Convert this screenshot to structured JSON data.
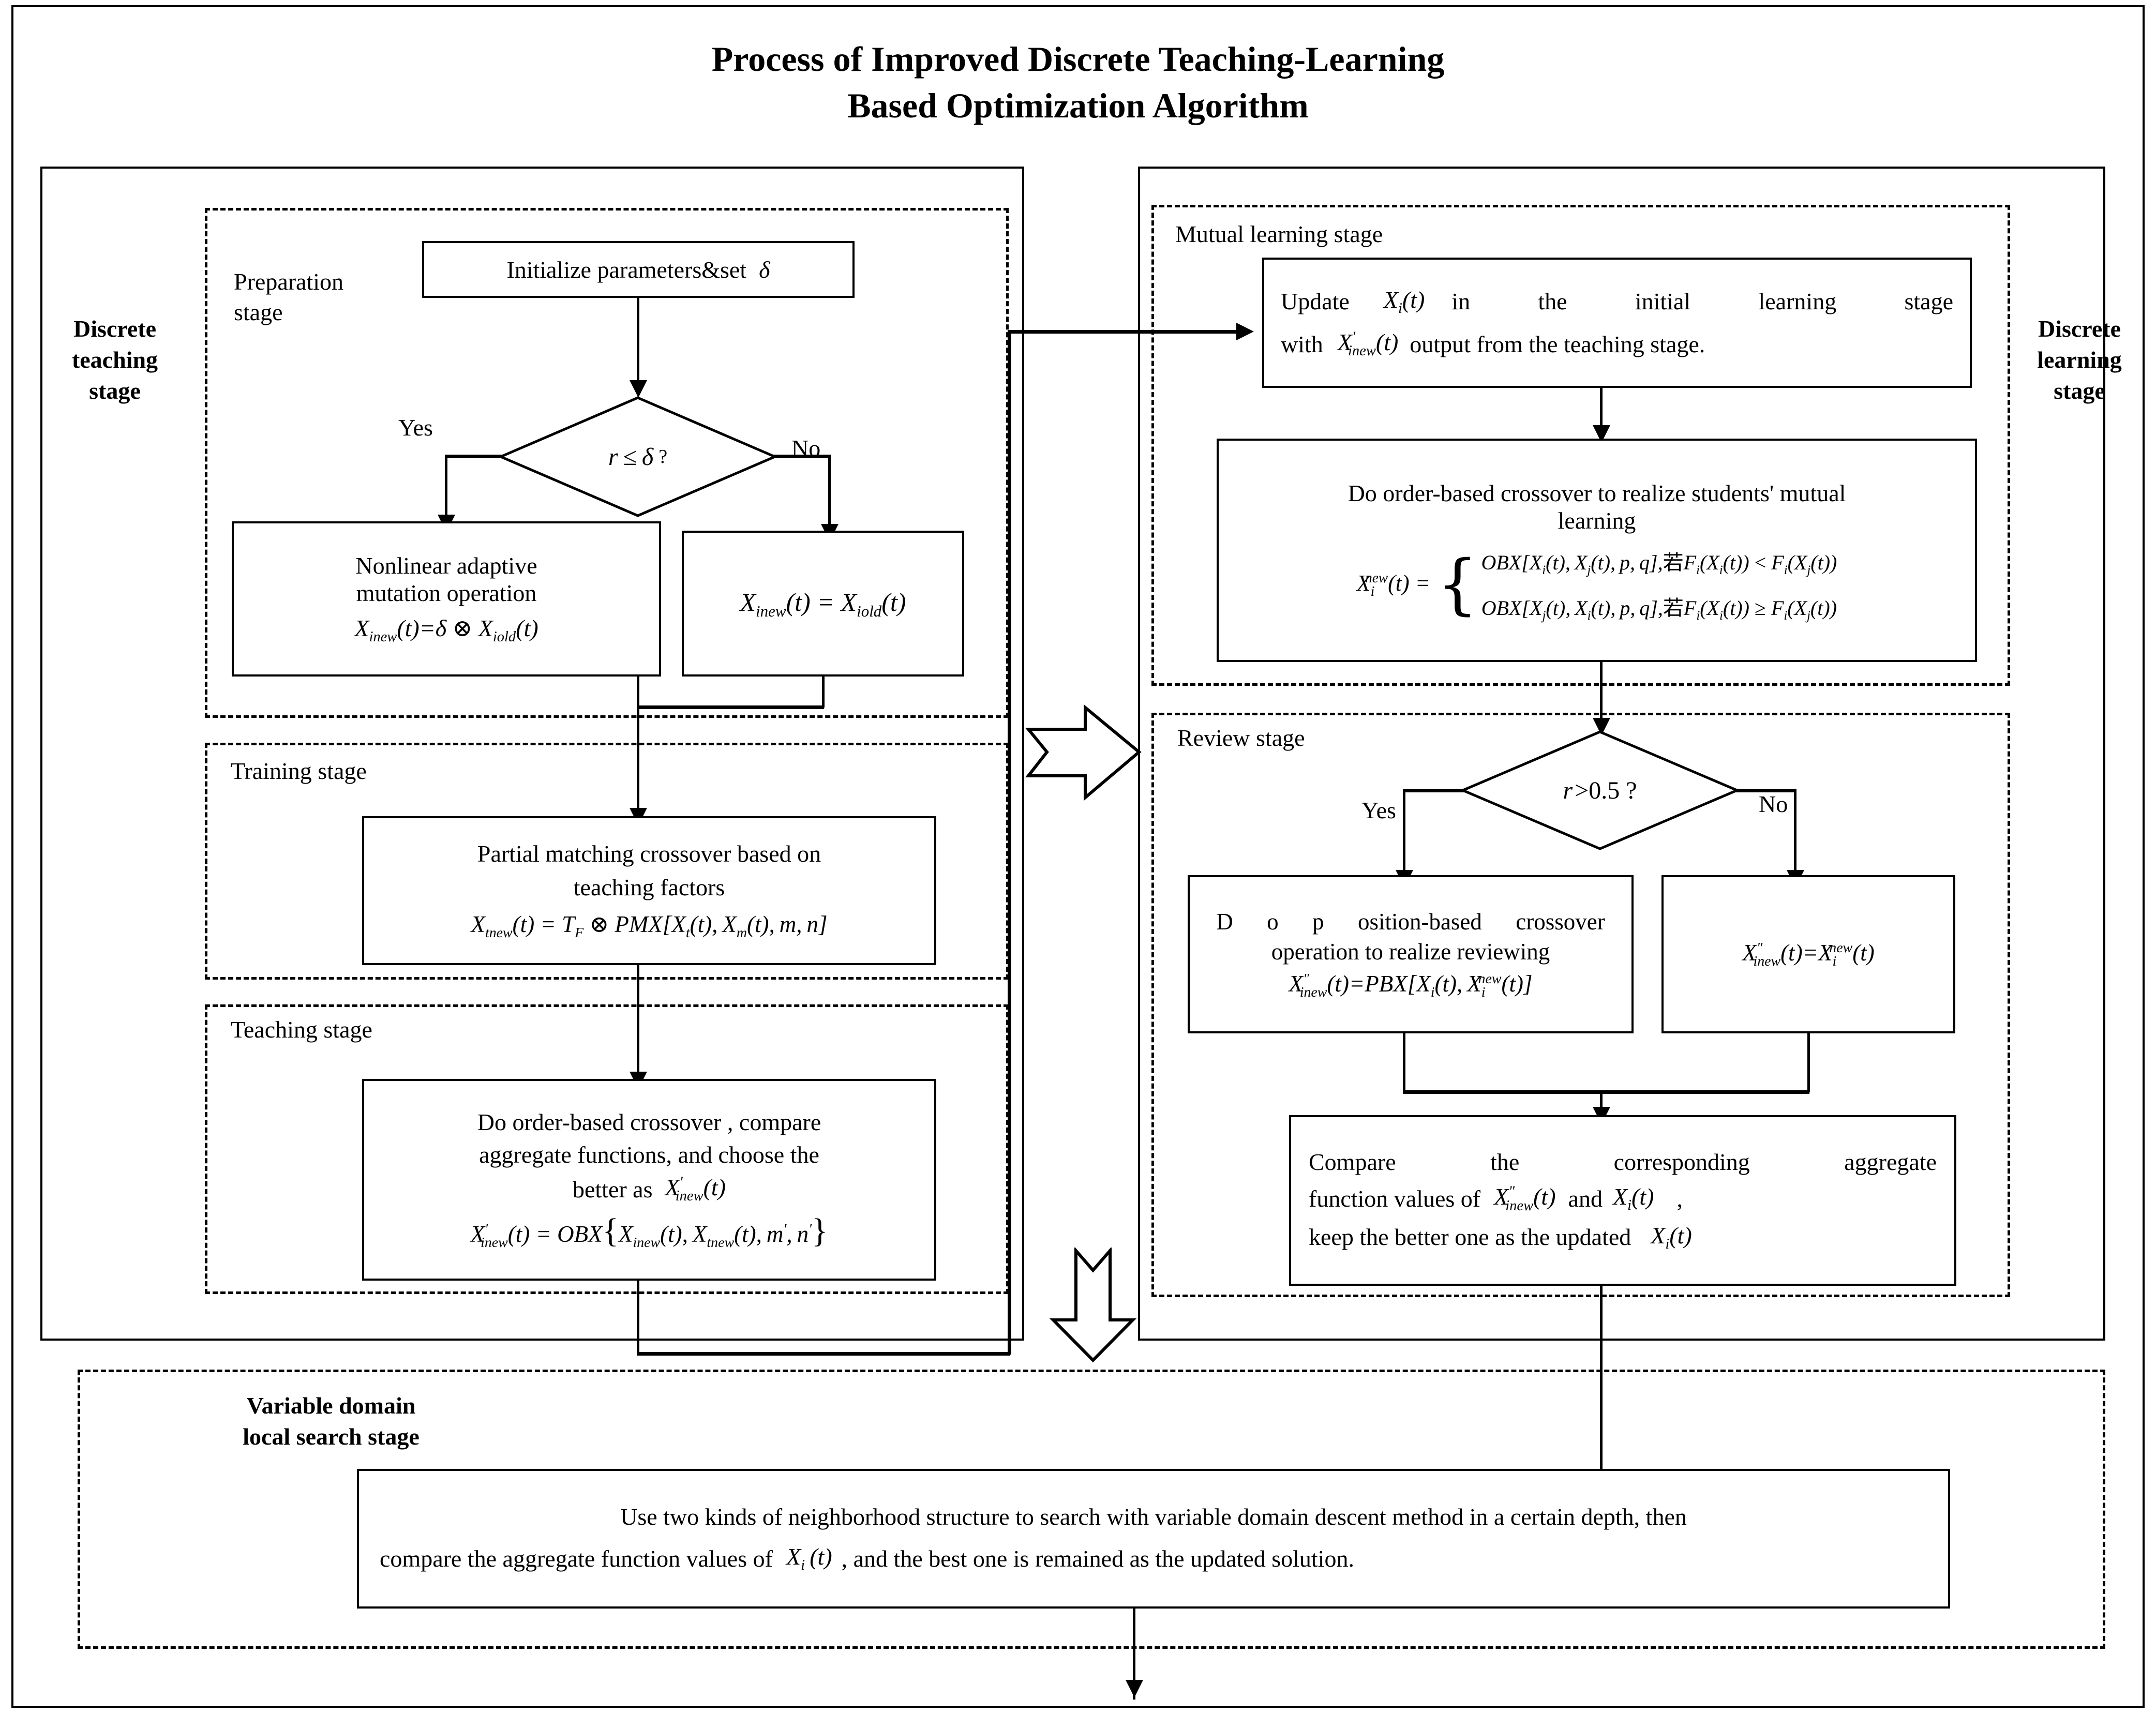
{
  "title": {
    "line1": "Process of Improved Discrete Teaching-Learning",
    "line2": "Based Optimization Algorithm"
  },
  "side_labels": {
    "left": "Discrete\nteaching\nstage",
    "left_l1": "Discrete",
    "left_l2": "teaching",
    "left_l3": "stage",
    "right_l1": "Discrete",
    "right_l2": "learning",
    "right_l3": "stage"
  },
  "left_column": {
    "preparation": {
      "stage_label_l1": "Preparation",
      "stage_label_l2": "stage",
      "init_box": "Initialize parameters&set",
      "init_box_symbol": "δ",
      "decision": "r ≤ δ ?",
      "decision_var": "r",
      "decision_op": "≤",
      "decision_sym": "δ",
      "decision_q": "?",
      "yes_label": "Yes",
      "no_label": "No",
      "mutation_box_l1": "Nonlinear adaptive",
      "mutation_box_l2": "mutation operation",
      "mutation_formula": "X_inew(t)=δ ⊗ X_iold(t)",
      "assign_box": "X_inew(t) = X_iold(t)"
    },
    "training": {
      "stage_label": "Training stage",
      "box_l1": "Partial matching crossover based on",
      "box_l2": "teaching factors",
      "formula": "X_tnew(t) = T_F ⊗ PMX[X_t(t), X_m(t), m, n]"
    },
    "teaching": {
      "stage_label": "Teaching stage",
      "box_l1": "Do order-based crossover , compare",
      "box_l2": "aggregate functions, and choose the",
      "box_l3_pre": "better as",
      "box_l3_sym": "X'_inew(t)",
      "formula": "X'_inew(t) = OBX{ X_inew(t), X_tnew(t), m', n' }"
    }
  },
  "right_column": {
    "mutual": {
      "stage_label": "Mutual learning stage",
      "update_l1_a": "Update",
      "update_l1_sym": "X_i(t)",
      "update_l1_b": "in the initial learning stage",
      "update_l2_a": "with",
      "update_l2_sym": "X'_inew(t)",
      "update_l2_b": "output from the teaching stage.",
      "crossover_l1": "Do order-based crossover to realize students' mutual",
      "crossover_l2": "learning",
      "formula_lhs": "X_i^new(t) =",
      "formula_case1": "OBX[X_i(t), X_j(t), p, q], 若F_i(X_i(t)) < F_i(X_j(t))",
      "formula_case2": "OBX[X_j(t), X_i(t), p, q], 若F_i(X_i(t)) ≥ F_i(X_j(t))",
      "ruo": "若"
    },
    "review": {
      "stage_label": "Review stage",
      "decision": "r>0.5 ?",
      "decision_var": "r",
      "decision_rest": ">0.5 ?",
      "yes_label": "Yes",
      "no_label": "No",
      "yes_box_l1": "D o  p osition-based  crossover",
      "yes_box_l2": "operation to realize reviewing",
      "yes_box_formula": "X\"_inew(t)=PBX[X_i(t), X_i^new(t)]",
      "no_box_formula": "X\"_inew(t)=X_i^new(t)",
      "compare_l1": "Compare    the    corresponding    aggregate",
      "compare_l2_a": "function values of",
      "compare_l2_sym1": "X\"_inew(t)",
      "compare_l2_b": "and",
      "compare_l2_sym2": "X_i(t)",
      "compare_l2_c": ",",
      "compare_l3_a": "keep the better one as the updated",
      "compare_l3_sym": "X_i(t)"
    }
  },
  "bottom": {
    "stage_label_l1": "Variable domain",
    "stage_label_l2": "local search stage",
    "box_l1": "Use two kinds of neighborhood structure to search  with variable domain descent method in a certain depth, then",
    "box_l2_a": "compare the aggregate function values of",
    "box_l2_sym": "X_i (t)",
    "box_l2_b": ", and the best one is remained as the updated solution."
  },
  "colors": {
    "ink": "#000000",
    "paper": "#ffffff"
  }
}
